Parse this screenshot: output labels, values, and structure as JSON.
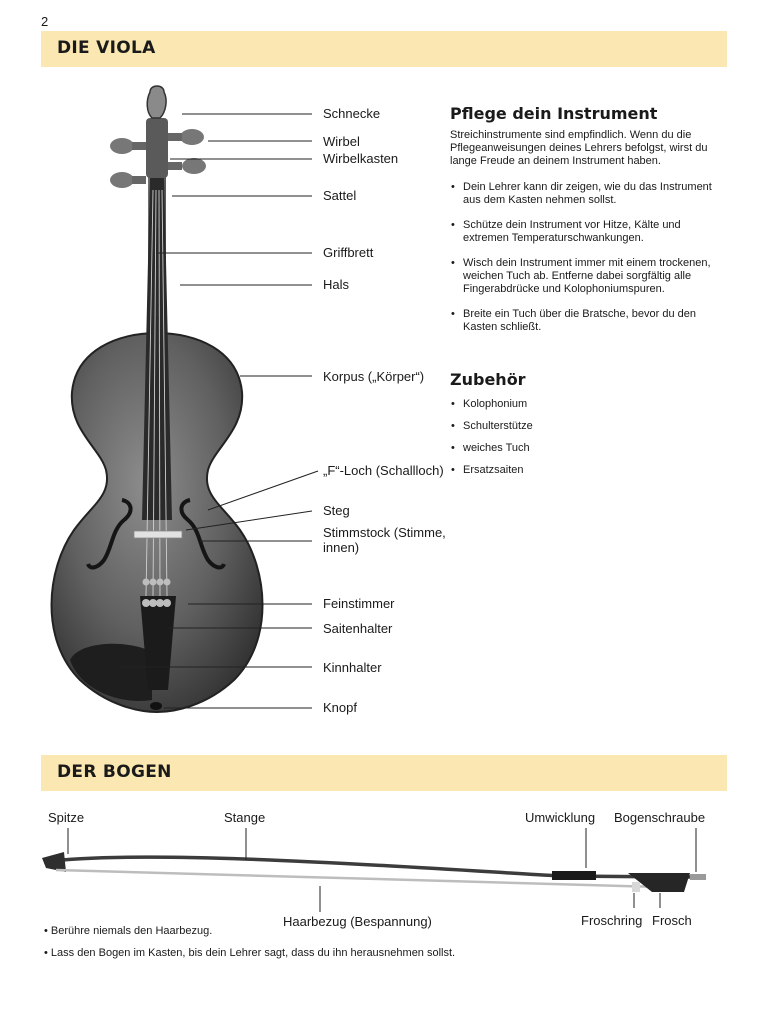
{
  "page_number": "2",
  "viola_section": {
    "title": "DIE  VIOLA",
    "parts": [
      {
        "label": "Schnecke"
      },
      {
        "label": "Wirbel"
      },
      {
        "label": "Wirbelkasten"
      },
      {
        "label": "Sattel"
      },
      {
        "label": "Griffbrett"
      },
      {
        "label": "Hals"
      },
      {
        "label": "Korpus („Körper“)"
      },
      {
        "label": "„F“-Loch (Schallloch)"
      },
      {
        "label": "Steg"
      },
      {
        "label": "Stimmstock (Stimme, innen)"
      },
      {
        "label": "Feinstimmer"
      },
      {
        "label": "Saitenhalter"
      },
      {
        "label": "Kinnhalter"
      },
      {
        "label": "Knopf"
      }
    ]
  },
  "care": {
    "title": "Pflege dein Instrument",
    "intro": "Streichinstrumente sind empfindlich. Wenn du die Pflegeanweisungen deines Lehrers befolgst, wirst du lange Freude an deinem Instrument haben.",
    "items": [
      "Dein Lehrer kann dir zeigen, wie du das Instrument aus dem Kasten nehmen sollst.",
      "Schütze dein Instrument vor Hitze, Kälte und extremen Temperaturschwankungen.",
      "Wisch dein Instrument immer mit einem trockenen, weichen Tuch ab. Entferne dabei sorgfältig alle Fingerabdrücke und Kolophoniumspuren.",
      "Breite ein Tuch über die Bratsche, bevor du den Kasten schließt."
    ]
  },
  "accessories": {
    "title": "Zubehör",
    "items": [
      "Kolophonium",
      "Schulterstütze",
      "weiches Tuch",
      "Ersatzsaiten"
    ]
  },
  "bow_section": {
    "title": "DER BOGEN",
    "labels": {
      "spitze": "Spitze",
      "stange": "Stange",
      "umwicklung": "Umwicklung",
      "bogenschraube": "Bogenschraube",
      "haarbezug": "Haarbezug (Bespannung)",
      "froschring": "Froschring",
      "frosch": "Frosch"
    },
    "notes": [
      "• Berühre niemals den Haarbezug.",
      "• Lass den Bogen im Kasten, bis dein Lehrer sagt, dass du ihn herausnehmen sollst."
    ]
  },
  "colors": {
    "section_band": "#fbe7b1",
    "text": "#1a1a1a",
    "wood_dark": "#3a3a3a",
    "wood_light": "#9a9a9a"
  }
}
